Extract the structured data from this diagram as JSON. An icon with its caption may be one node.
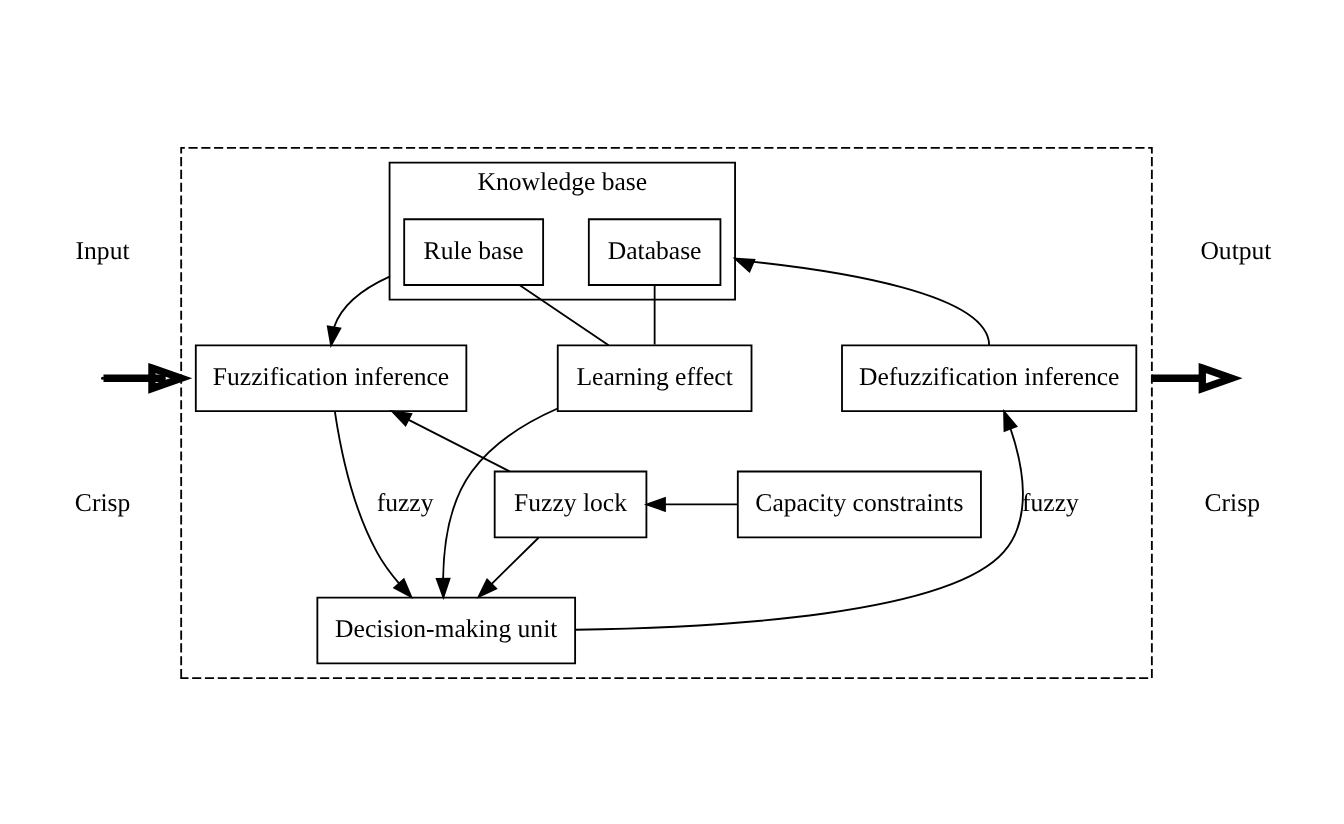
{
  "diagram": {
    "nodes": [
      {
        "text": [],
        "shape": "box"
      },
      {
        "text": [
          "Knowledge base"
        ],
        "in": 0
      },
      {
        "text": [
          "Database"
        ],
        "in": 1
      },
      {
        "text": [
          "Rule base"
        ],
        "in": 1
      },
      {
        "text": [
          "Fuzzification inference"
        ],
        "in": 0
      },
      {
        "text": [
          "Learning effect"
        ],
        "in": 0
      },
      {
        "text": [
          "Defuzzification inference"
        ],
        "in": 0
      },
      {
        "text": [
          "Fuzzy lock"
        ],
        "in": 0
      },
      {
        "text": [
          "Capacity constraints"
        ],
        "in": 0
      },
      {
        "text": [
          "Decision-making unit"
        ],
        "in": 0
      }
    ],
    "edges": [
      {
        "from": null,
        "to": 0,
        "arrow": "to",
        "style": "thick"
      },
      {
        "from": 1,
        "to": 4,
        "arrow": "to"
      },
      {
        "from": 6,
        "to": 1,
        "arrow": "to"
      },
      {
        "from": 2,
        "to": 5,
        "arrow": "none"
      },
      {
        "from": 3,
        "to": 5,
        "arrow": "none"
      },
      {
        "from": 5,
        "to": 9,
        "arrow": "to"
      },
      {
        "from": 8,
        "to": 7,
        "arrow": "to"
      },
      {
        "from": 7,
        "to": 4,
        "arrow": "to"
      },
      {
        "from": 7,
        "to": 9,
        "arrow": "to"
      },
      {
        "from": 4,
        "to": 9,
        "arrow": "to",
        "label": "fuzzy"
      },
      {
        "from": 9,
        "to": 6,
        "arrow": "to",
        "label": "fuzzy"
      },
      {
        "from": 0,
        "to": null,
        "arrow": "to",
        "style": "thick"
      }
    ],
    "labels": [
      "Input",
      "Crisp",
      "Output",
      "Crisp"
    ]
  }
}
